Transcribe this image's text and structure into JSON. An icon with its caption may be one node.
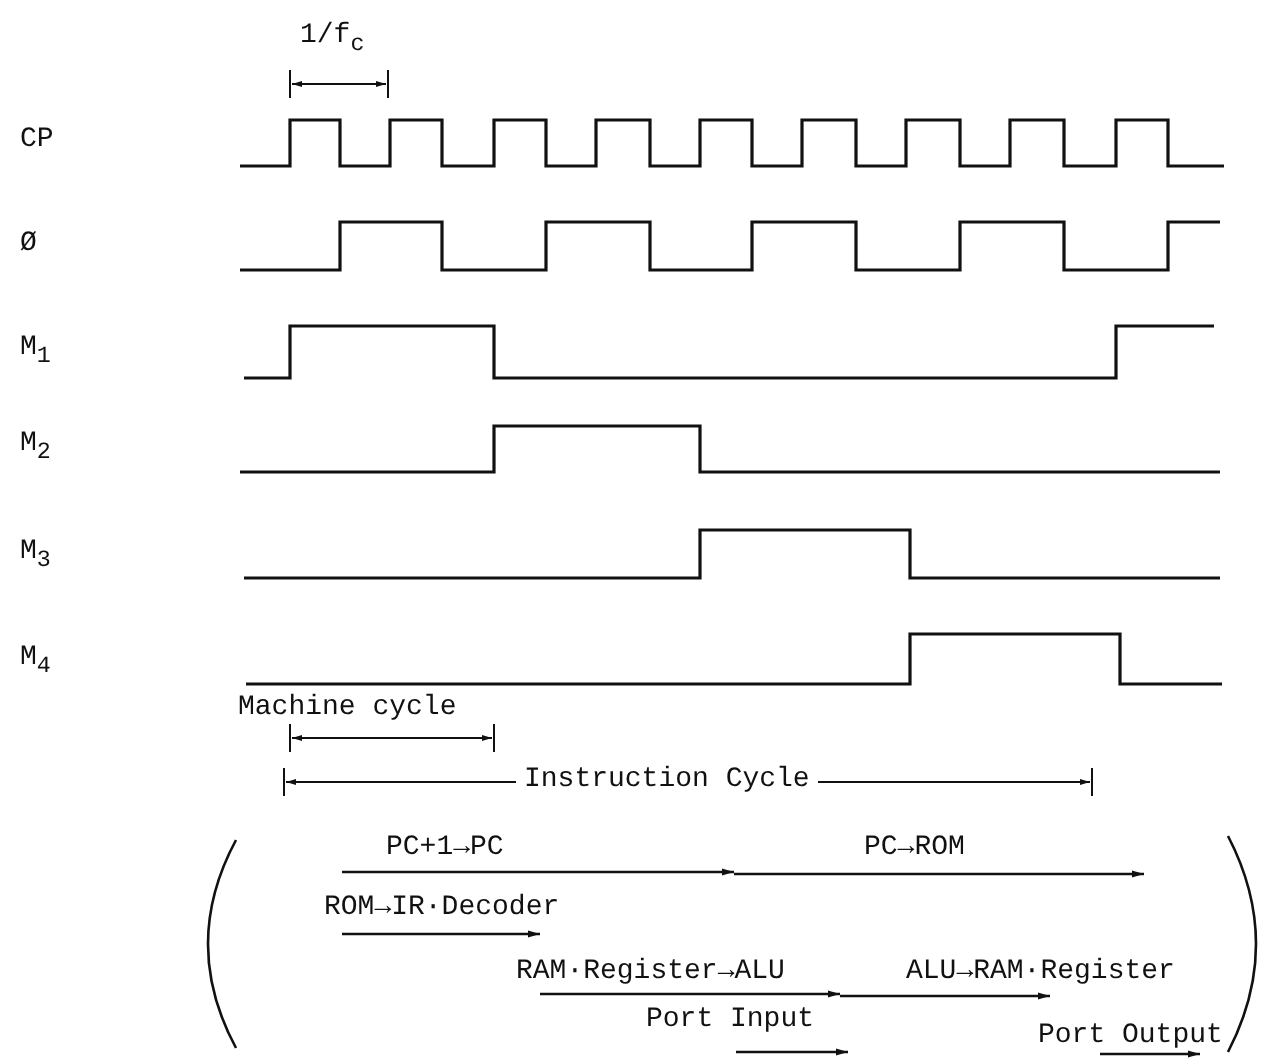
{
  "diagram": {
    "labels": [
      "1/f$_{c}$",
      "CP",
      "Ø",
      "M$_{1}$",
      "M$_{2}$",
      "M$_{3}$",
      "M$_{4}$",
      "Machine cycle",
      "Instruction Cycle",
      "PC+1→PC",
      "PC→ROM",
      "ROM→IR·Decoder",
      "RAM·Register→ALU",
      "ALU→RAM·Register",
      "Port Input",
      "Port Output"
    ]
  }
}
